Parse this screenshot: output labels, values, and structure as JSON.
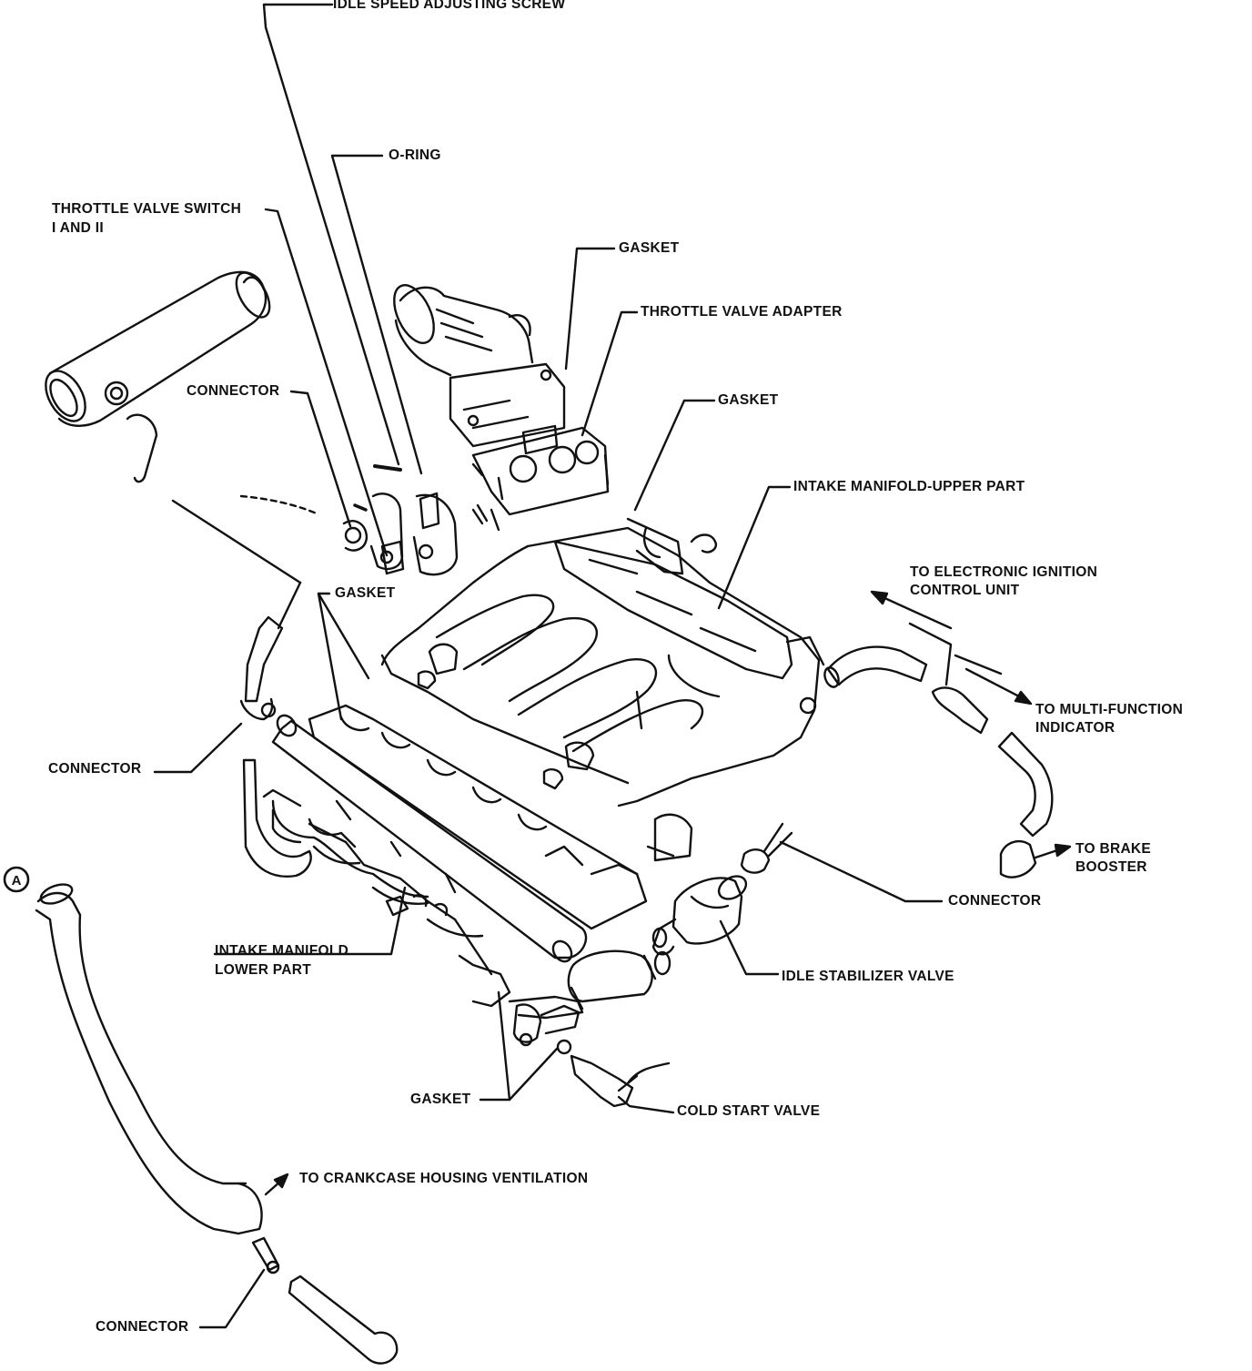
{
  "labels": {
    "idle_speed_screw": "IDLE SPEED ADJUSTING SCREW",
    "o_ring": "O-RING",
    "throttle_switch_1": "THROTTLE VALVE SWITCH",
    "throttle_switch_2": "I AND II",
    "gasket_top": "GASKET",
    "throttle_adapter": "THROTTLE VALVE ADAPTER",
    "connector_upper": "CONNECTOR",
    "gasket_mid": "GASKET",
    "intake_upper": "INTAKE MANIFOLD-UPPER PART",
    "to_ignition_1": "TO ELECTRONIC IGNITION",
    "to_ignition_2": "CONTROL UNIT",
    "gasket_manifold": "GASKET",
    "to_mfi_1": "TO MULTI-FUNCTION",
    "to_mfi_2": "INDICATOR",
    "connector_left": "CONNECTOR",
    "to_brake_1": "TO BRAKE",
    "to_brake_2": "BOOSTER",
    "connector_right": "CONNECTOR",
    "callout_a": "A",
    "intake_lower_1": "INTAKE MANIFOLD",
    "intake_lower_2": "LOWER PART",
    "idle_stabilizer": "IDLE STABILIZER VALVE",
    "gasket_bottom": "GASKET",
    "cold_start": "COLD START VALVE",
    "to_crankcase": "TO CRANKCASE HOUSING VENTILATION",
    "connector_bottom": "CONNECTOR"
  },
  "colors": {
    "ink": "#111111",
    "paper": "#ffffff"
  }
}
